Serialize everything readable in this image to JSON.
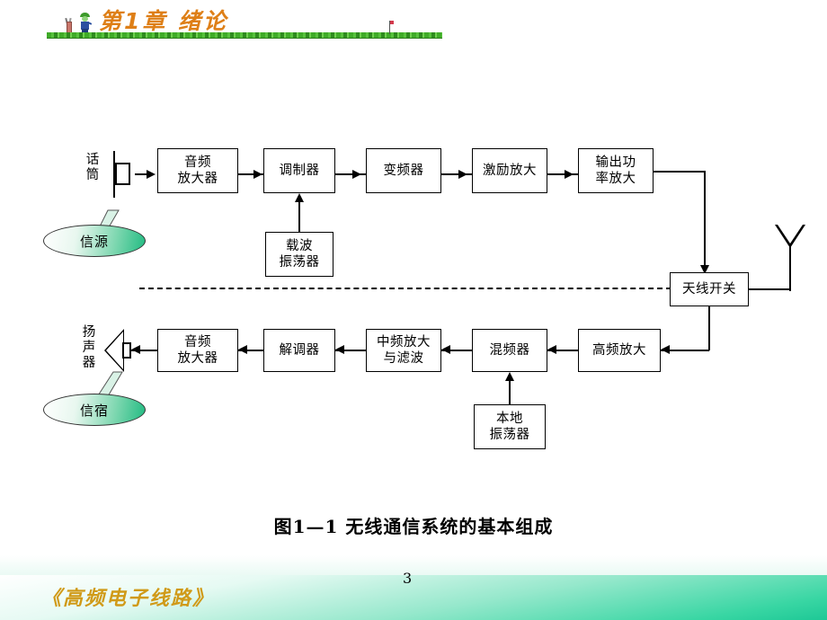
{
  "header": {
    "chapter_title": "第1章  绪论",
    "decoration": {
      "golf_bag": "golf-bag-icon",
      "golfer": "golfer-icon",
      "flag": "flag-icon",
      "grass_color": "#3FAB28",
      "title_color": "#DE7F17"
    }
  },
  "diagram": {
    "title": "图1—1 无线通信系统的基本组成",
    "transmit_chain": [
      {
        "id": "mic",
        "label": "话\n筒",
        "kind": "symbol-microphone"
      },
      {
        "id": "audio-amp-tx",
        "label": "音频\n放大器",
        "kind": "box"
      },
      {
        "id": "modulator",
        "label": "调制器",
        "kind": "box"
      },
      {
        "id": "converter",
        "label": "变频器",
        "kind": "box"
      },
      {
        "id": "drive-amp",
        "label": "激励放大",
        "kind": "box"
      },
      {
        "id": "power-amp",
        "label": "输出功\n率放大",
        "kind": "box"
      }
    ],
    "carrier_oscillator": {
      "id": "carrier-osc",
      "label": "载波\n振荡器"
    },
    "antenna_switch": {
      "id": "antenna-switch",
      "label": "天线开关"
    },
    "antenna": {
      "id": "antenna",
      "label": "antenna-icon"
    },
    "receive_chain": [
      {
        "id": "rf-amp",
        "label": "高频放大",
        "kind": "box"
      },
      {
        "id": "mixer",
        "label": "混频器",
        "kind": "box"
      },
      {
        "id": "if-amp",
        "label": "中频放大\n与滤波",
        "kind": "box"
      },
      {
        "id": "demodulator",
        "label": "解调器",
        "kind": "box"
      },
      {
        "id": "audio-amp-rx",
        "label": "音频\n放大器",
        "kind": "box"
      },
      {
        "id": "speaker",
        "label": "扬\n声\n器",
        "kind": "symbol-speaker"
      }
    ],
    "local_oscillator": {
      "id": "local-osc",
      "label": "本地\n振荡器"
    },
    "callouts": [
      {
        "id": "signal-source",
        "label": "信源"
      },
      {
        "id": "signal-sink",
        "label": "信宿"
      }
    ],
    "divider": "dashed-separator"
  },
  "footer": {
    "book_title": "《高频电子线路》",
    "page_number": "3",
    "accent_color": "#1EC896",
    "book_title_color": "#D09A18"
  }
}
